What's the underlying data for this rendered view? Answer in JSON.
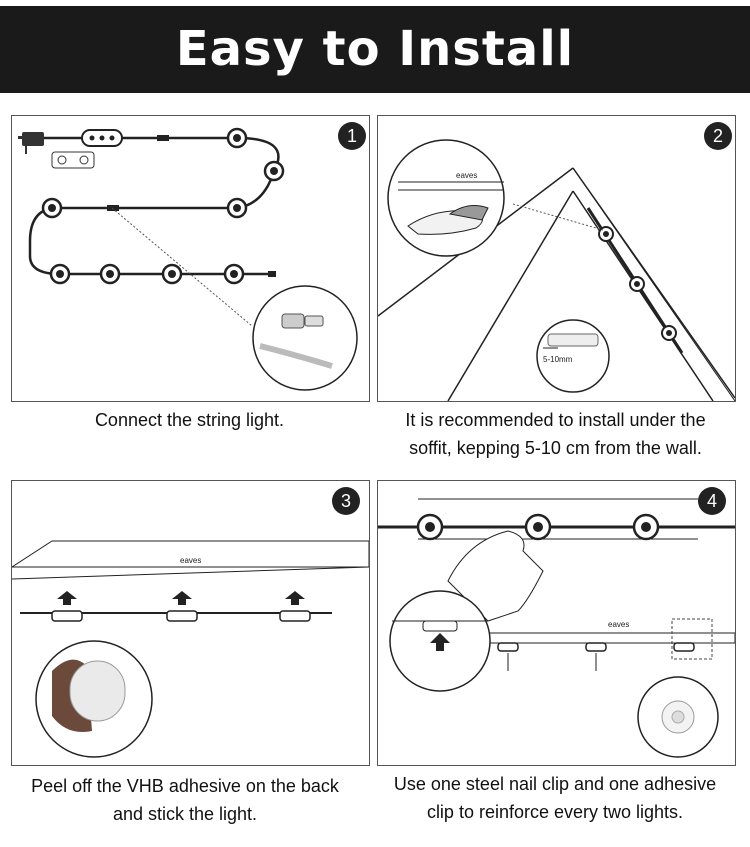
{
  "header": {
    "title": "Easy to Install"
  },
  "steps": [
    {
      "number": "1",
      "caption": "Connect the string light."
    },
    {
      "number": "2",
      "caption_line1": "It is recommended to install under the",
      "caption_line2": "soffit, kepping 5-10 cm  from the wall.",
      "eaves_label": "eaves",
      "distance_label": "5-10mm"
    },
    {
      "number": "3",
      "caption_line1": "Peel off the VHB adhesive on the back",
      "caption_line2": "and stick the light.",
      "eaves_label": "eaves"
    },
    {
      "number": "4",
      "caption_line1": "Use one steel nail clip and one adhesive",
      "caption_line2": "clip to reinforce every two lights.",
      "eaves_label": "eaves"
    }
  ]
}
